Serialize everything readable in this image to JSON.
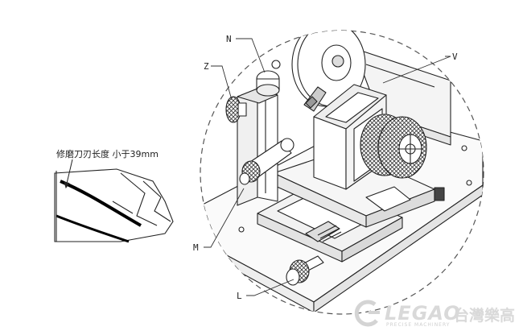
{
  "callouts": {
    "N": "N",
    "Z": "Z",
    "V": "V",
    "M": "M",
    "L": "L"
  },
  "caption": "修磨刀刃长度 小于39mm",
  "logo": {
    "word": "LEGAO",
    "chinese": "台灣樂高",
    "subtitle": "PRECISE MACHINERY"
  }
}
